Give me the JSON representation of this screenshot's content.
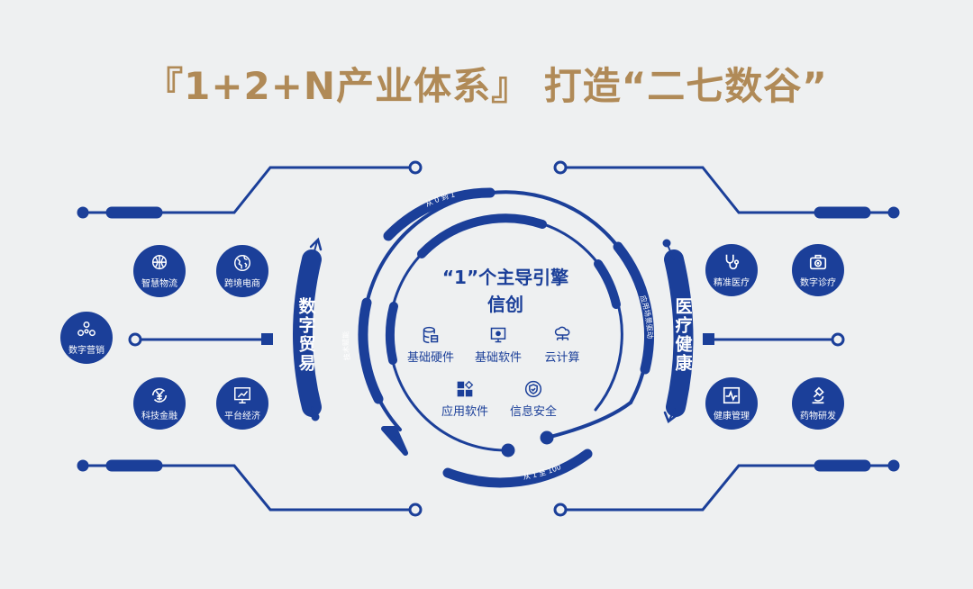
{
  "title": "『1+2+N产业体系』 打造“二七数谷”",
  "colors": {
    "primary": "#1b3f99",
    "title": "#b08a57",
    "background": "#eef0f1"
  },
  "center": {
    "heading": "“1”个主导引擎",
    "subheading": "信创",
    "ring_labels": {
      "top": "从 0 到 1",
      "bottom": "从 1 至 100",
      "left": "技术赋能",
      "right": "应用场景驱动"
    },
    "items": [
      {
        "label": "基础硬件",
        "icon": "database-icon"
      },
      {
        "label": "基础软件",
        "icon": "monitor-gear-icon"
      },
      {
        "label": "云计算",
        "icon": "cloud-network-icon"
      },
      {
        "label": "应用软件",
        "icon": "apps-grid-icon"
      },
      {
        "label": "信息安全",
        "icon": "shield-check-icon"
      }
    ]
  },
  "left": {
    "banner": "数字贸易",
    "nodes": [
      {
        "label": "智慧物流",
        "icon": "globe-cycle-icon"
      },
      {
        "label": "跨境电商",
        "icon": "earth-icon"
      },
      {
        "label": "数字营销",
        "icon": "network-nodes-icon"
      },
      {
        "label": "科技金融",
        "icon": "yuan-cycle-icon"
      },
      {
        "label": "平台经济",
        "icon": "chart-monitor-icon"
      }
    ]
  },
  "right": {
    "banner": "医疗健康",
    "nodes": [
      {
        "label": "精准医疗",
        "icon": "stethoscope-icon"
      },
      {
        "label": "数字诊疗",
        "icon": "medical-kit-icon"
      },
      {
        "label": "健康管理",
        "icon": "heart-monitor-icon"
      },
      {
        "label": "药物研发",
        "icon": "microscope-icon"
      }
    ]
  }
}
